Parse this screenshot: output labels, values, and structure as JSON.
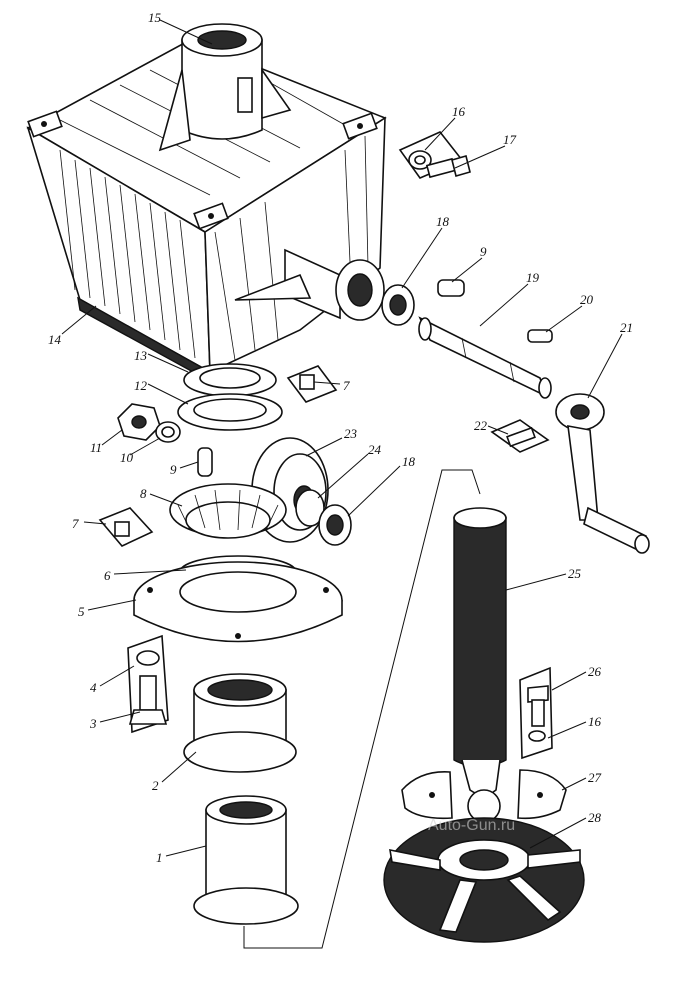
{
  "callouts": [
    {
      "id": "c15a",
      "text": "15"
    },
    {
      "id": "c16a",
      "text": "16"
    },
    {
      "id": "c17",
      "text": "17"
    },
    {
      "id": "c18a",
      "text": "18"
    },
    {
      "id": "c9a",
      "text": "9"
    },
    {
      "id": "c19",
      "text": "19"
    },
    {
      "id": "c20",
      "text": "20"
    },
    {
      "id": "c21",
      "text": "21"
    },
    {
      "id": "c14",
      "text": "14"
    },
    {
      "id": "c13",
      "text": "13"
    },
    {
      "id": "c7a",
      "text": "7"
    },
    {
      "id": "c12",
      "text": "12"
    },
    {
      "id": "c11",
      "text": "11"
    },
    {
      "id": "c10",
      "text": "10"
    },
    {
      "id": "c22",
      "text": "22"
    },
    {
      "id": "c23",
      "text": "23"
    },
    {
      "id": "c9b",
      "text": "9"
    },
    {
      "id": "c24",
      "text": "24"
    },
    {
      "id": "c18b",
      "text": "18"
    },
    {
      "id": "c8",
      "text": "8"
    },
    {
      "id": "c7b",
      "text": "7"
    },
    {
      "id": "c6",
      "text": "6"
    },
    {
      "id": "c25",
      "text": "25"
    },
    {
      "id": "c5",
      "text": "5"
    },
    {
      "id": "c26",
      "text": "26"
    },
    {
      "id": "c4",
      "text": "4"
    },
    {
      "id": "c16b",
      "text": "16"
    },
    {
      "id": "c3",
      "text": "3"
    },
    {
      "id": "c27",
      "text": "27"
    },
    {
      "id": "c2",
      "text": "2"
    },
    {
      "id": "c28",
      "text": "28"
    },
    {
      "id": "c1",
      "text": "1"
    }
  ],
  "watermark": "Auto-Gun.ru"
}
